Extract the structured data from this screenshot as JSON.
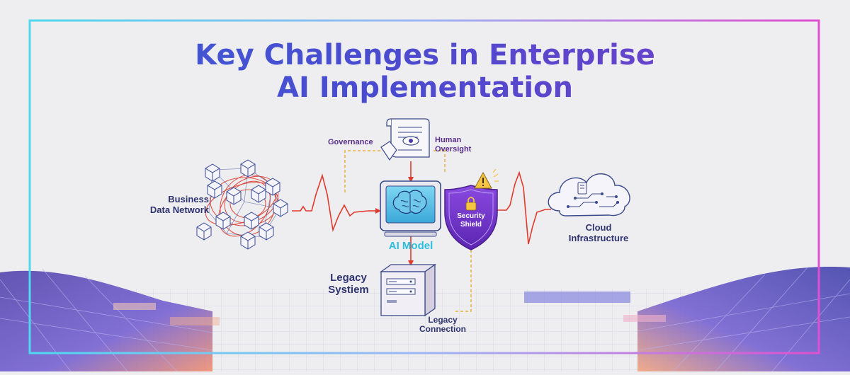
{
  "title": {
    "line1": "Key Challenges in Enterprise",
    "line2": "AI Implementation"
  },
  "labels": {
    "governance": "Governance",
    "human_oversight": [
      "Human",
      "Oversight"
    ],
    "business_data_network": [
      "Business",
      "Data Network"
    ],
    "ai_model": "AI Model",
    "security_shield": [
      "Security",
      "Shield"
    ],
    "cloud_infrastructure": [
      "Cloud",
      "Infrastructure"
    ],
    "legacy_system": [
      "Legacy",
      "Systiem"
    ],
    "legacy_connection": [
      "Legacy",
      "Connection"
    ]
  },
  "colors": {
    "title_start": "#3c5fd6",
    "title_end": "#7a3ec8",
    "frame_cyan": "#4fd8f0",
    "frame_magenta": "#e04fd0",
    "signal_red": "#e03a2e",
    "dashed_gold": "#e8b23a",
    "shield_purple": "#6a2fc2",
    "ai_model_cyan": "#2bbfe0",
    "label_navy": "#2f3470",
    "warning_yellow": "#f5c542"
  },
  "icons": {
    "document": "scroll-eye-icon",
    "ai_model": "monitor-brain-icon",
    "security": "shield-lock-icon",
    "warning": "warning-icon",
    "cloud": "cloud-circuit-icon",
    "legacy": "server-tower-icon",
    "network": "cube-network-icon"
  }
}
